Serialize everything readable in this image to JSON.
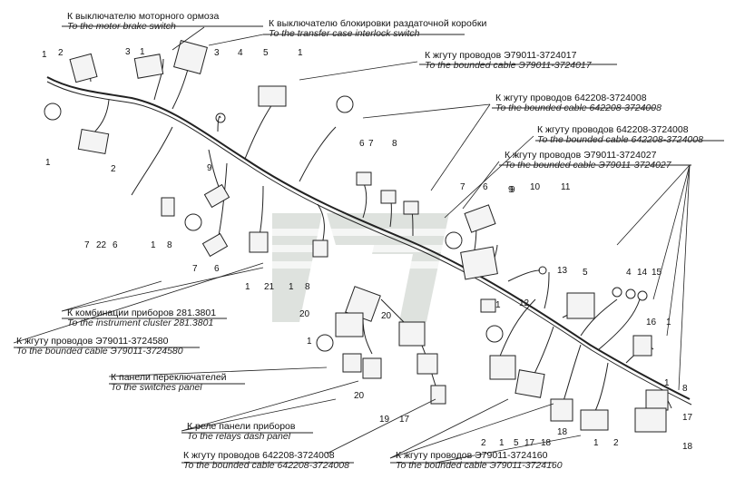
{
  "callouts": [
    {
      "ru": "К выключателю моторного ормоза",
      "en": "To the motor brake switch"
    },
    {
      "ru": "К выключателю блокировки раздаточной коробки",
      "en": "To the transfer case interlock switch"
    },
    {
      "ru": "К жгуту проводов Э79011-3724017",
      "en": "To the bounded cable Э79011-3724017"
    },
    {
      "ru": "К жгуту проводов 642208-3724008",
      "en": "To the bounded cable 642208-3724008"
    },
    {
      "ru": "К жгуту проводов 642208-3724008",
      "en": "To the bounded cable 642208-3724008"
    },
    {
      "ru": "К жгуту проводов Э79011-3724027",
      "en": "To the bounded cable Э79011-3724027"
    },
    {
      "ru": "К комбинации приборов 281.3801",
      "en": "To the instrument cluster 281.3801"
    },
    {
      "ru": "К жгуту проводов Э79011-3724580",
      "en": "To the bounded cable Э79011-3724580"
    },
    {
      "ru": "К панели переключателей",
      "en": "To the switches panel"
    },
    {
      "ru": "К реле панели приборов",
      "en": "To the relays dash panel"
    },
    {
      "ru": "К жгуту проводов 642208-3724008",
      "en": "To the bounded cable 642208-3724008"
    },
    {
      "ru": "К жгуту проводов Э79011-3724160",
      "en": "To the bounded cable Э79011-3724160"
    }
  ],
  "part_numbers": [
    "1",
    "2",
    "3",
    "1",
    "3",
    "4",
    "5",
    "1",
    "1",
    "2",
    "6",
    "7",
    "8",
    "9",
    "7",
    "22",
    "6",
    "1",
    "8",
    "9",
    "7",
    "6",
    "1",
    "21",
    "1",
    "8",
    "20",
    "7",
    "6",
    "9",
    "10",
    "11",
    "13",
    "12",
    "5",
    "4",
    "14",
    "15",
    "16",
    "1",
    "20",
    "1",
    "1",
    "20",
    "17",
    "19",
    "2",
    "1",
    "5",
    "17",
    "18",
    "18",
    "1",
    "2",
    "8",
    "17",
    "18",
    "1"
  ],
  "colors": {
    "ink": "#222222",
    "watermark": "#d7dbd7"
  }
}
